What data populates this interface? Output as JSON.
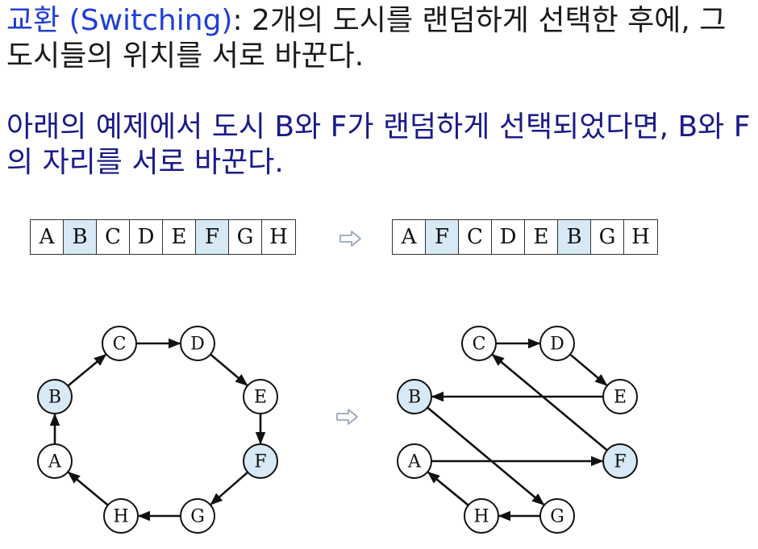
{
  "colors": {
    "highlight": "#d6e9f5",
    "term_blue": "#1f3fd6",
    "text_dark_blue": "#1a1a8a",
    "line": "#111111"
  },
  "paragraph1": {
    "term": "교환 (Switching)",
    "text": ": 2개의 도시를 랜덤하게 선택한 후에, 그 도시들의 위치를 서로 바꾼다."
  },
  "paragraph2": {
    "text": "아래의 예제에서 도시 B와 F가 랜덤하게 선택되었다면, B와 F의 자리를 서로 바꾼다."
  },
  "arrays": {
    "before": [
      {
        "label": "A",
        "highlight": false
      },
      {
        "label": "B",
        "highlight": true
      },
      {
        "label": "C",
        "highlight": false
      },
      {
        "label": "D",
        "highlight": false
      },
      {
        "label": "E",
        "highlight": false
      },
      {
        "label": "F",
        "highlight": true
      },
      {
        "label": "G",
        "highlight": false
      },
      {
        "label": "H",
        "highlight": false
      }
    ],
    "after": [
      {
        "label": "A",
        "highlight": false
      },
      {
        "label": "F",
        "highlight": true
      },
      {
        "label": "C",
        "highlight": false
      },
      {
        "label": "D",
        "highlight": false
      },
      {
        "label": "E",
        "highlight": false
      },
      {
        "label": "B",
        "highlight": true
      },
      {
        "label": "G",
        "highlight": false
      },
      {
        "label": "H",
        "highlight": false
      }
    ]
  },
  "arrow_icon": "hollow-right-arrow-icon",
  "graphs": {
    "before": {
      "nodes": [
        {
          "id": "A",
          "highlight": false
        },
        {
          "id": "B",
          "highlight": true
        },
        {
          "id": "C",
          "highlight": false
        },
        {
          "id": "D",
          "highlight": false
        },
        {
          "id": "E",
          "highlight": false
        },
        {
          "id": "F",
          "highlight": true
        },
        {
          "id": "G",
          "highlight": false
        },
        {
          "id": "H",
          "highlight": false
        }
      ],
      "edges": [
        [
          "A",
          "B"
        ],
        [
          "B",
          "C"
        ],
        [
          "C",
          "D"
        ],
        [
          "D",
          "E"
        ],
        [
          "E",
          "F"
        ],
        [
          "F",
          "G"
        ],
        [
          "G",
          "H"
        ],
        [
          "H",
          "A"
        ]
      ]
    },
    "after": {
      "nodes": [
        {
          "id": "A",
          "highlight": false
        },
        {
          "id": "B",
          "highlight": true
        },
        {
          "id": "C",
          "highlight": false
        },
        {
          "id": "D",
          "highlight": false
        },
        {
          "id": "E",
          "highlight": false
        },
        {
          "id": "F",
          "highlight": true
        },
        {
          "id": "G",
          "highlight": false
        },
        {
          "id": "H",
          "highlight": false
        }
      ],
      "edges": [
        [
          "A",
          "F"
        ],
        [
          "F",
          "C"
        ],
        [
          "C",
          "D"
        ],
        [
          "D",
          "E"
        ],
        [
          "E",
          "B"
        ],
        [
          "B",
          "G"
        ],
        [
          "G",
          "H"
        ],
        [
          "H",
          "A"
        ]
      ]
    }
  }
}
